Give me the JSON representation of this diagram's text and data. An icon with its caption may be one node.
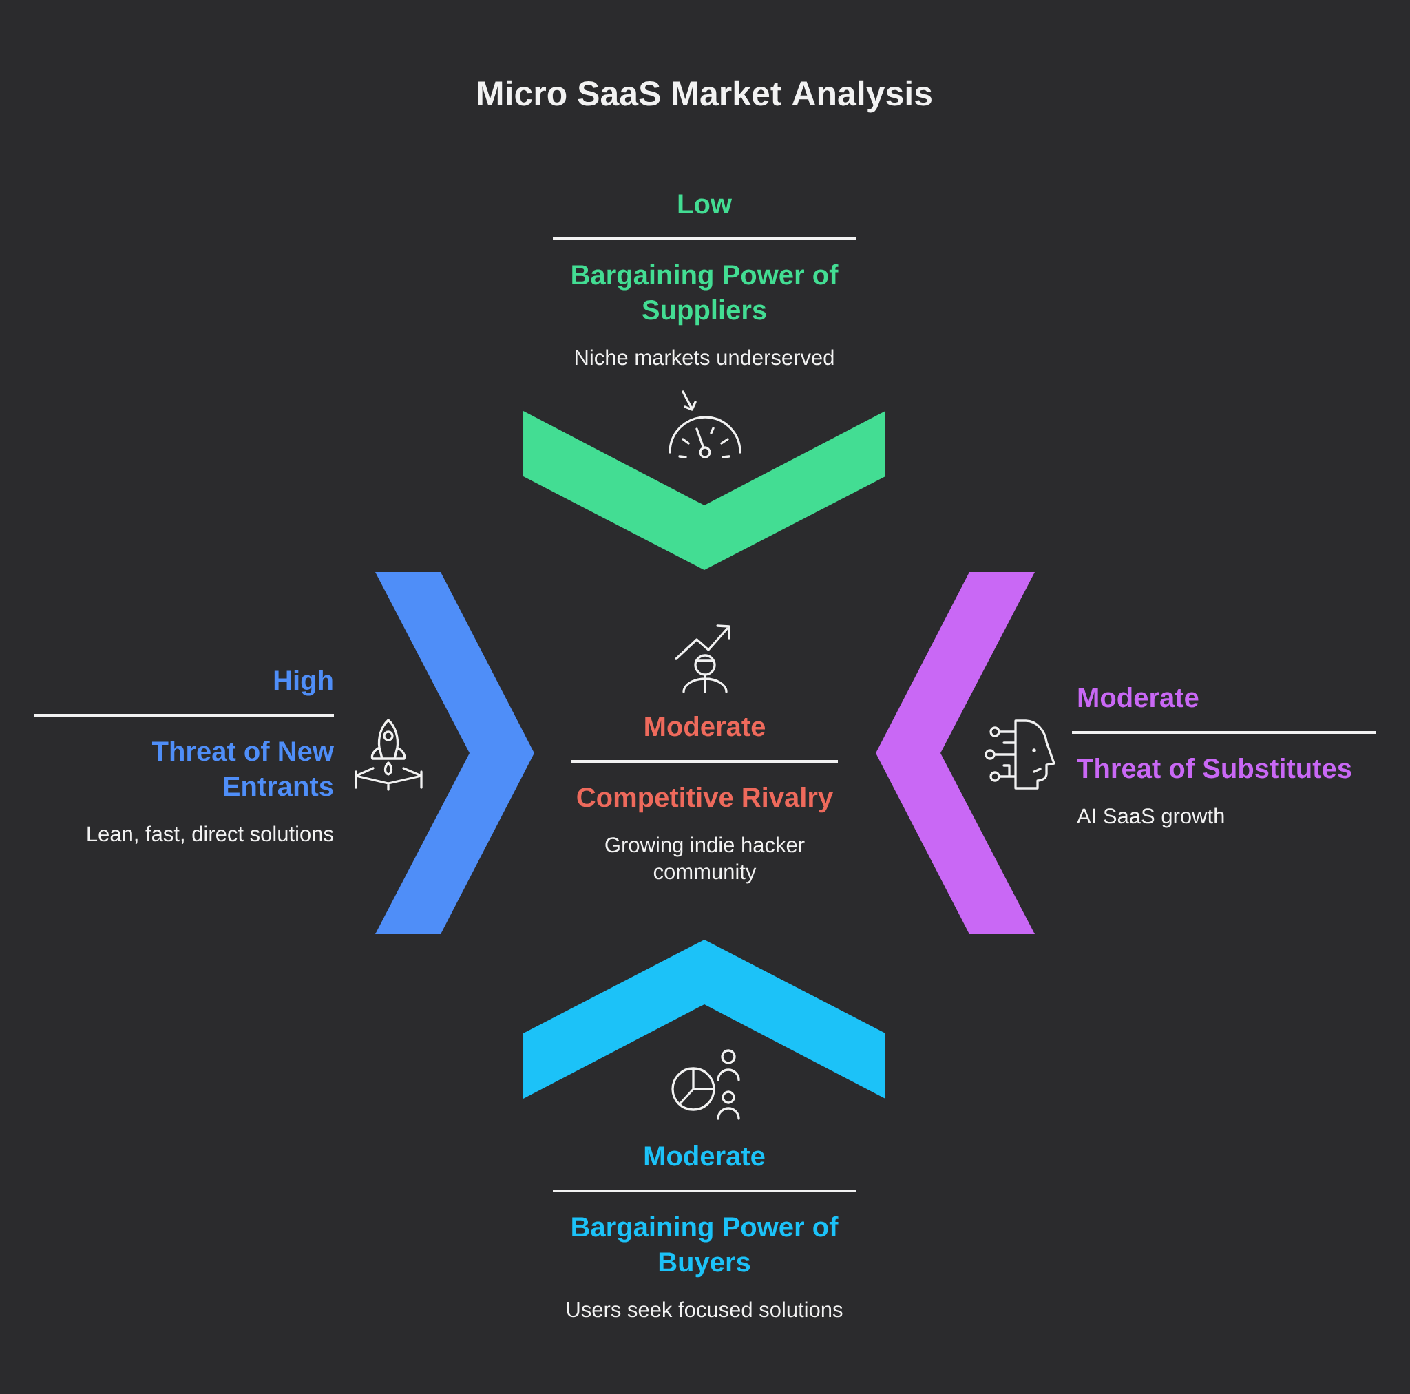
{
  "diagram": {
    "title": "Micro SaaS Market Analysis",
    "nodes": [
      {
        "text": [
          "Low",
          "Bargaining Power of Suppliers",
          "Niche markets underserved"
        ]
      },
      {
        "text": [
          "High",
          "Threat of New Entrants",
          "Lean, fast, direct solutions"
        ]
      },
      {
        "text": [
          "Moderate",
          "Competitive Rivalry",
          "Growing indie hacker community"
        ]
      },
      {
        "text": [
          "Moderate",
          "Threat of Substitutes",
          "AI SaaS growth"
        ]
      },
      {
        "text": [
          "Moderate",
          "Bargaining Power of Buyers",
          "Users seek focused solutions"
        ]
      }
    ],
    "edges": [
      {
        "from": 0,
        "to": 2,
        "arrow": "to",
        "color": "#43dd93"
      },
      {
        "from": 1,
        "to": 2,
        "arrow": "to",
        "color": "#4f8ef8"
      },
      {
        "from": 3,
        "to": 2,
        "arrow": "to",
        "color": "#c968f5"
      },
      {
        "from": 4,
        "to": 2,
        "arrow": "to",
        "color": "#1cc2f8"
      }
    ]
  }
}
